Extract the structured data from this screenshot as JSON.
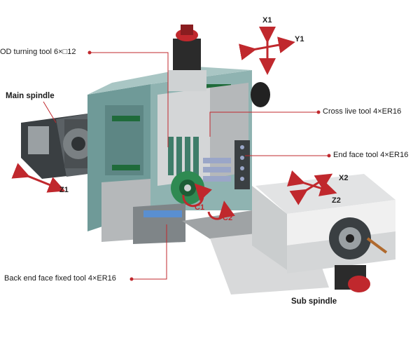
{
  "labels": {
    "od_tool": "OD turning tool 6×□12",
    "main_spindle": "Main spindle",
    "cross_live_tool": "Cross live tool 4×ER16",
    "end_face_tool": "End face tool 4×ER16",
    "back_end_tool": "Back end face fixed tool 4×ER16",
    "sub_spindle": "Sub spindle"
  },
  "axes": {
    "x1": "X1",
    "y1": "Y1",
    "z1": "Z1",
    "x2": "X2",
    "z2": "Z2",
    "c1": "C1",
    "c2": "C2"
  },
  "colors": {
    "accent_red": "#c0282d",
    "machine_teal": "#6f9a98",
    "machine_grey": "#c9cbcc",
    "dark": "#2b2b2b"
  }
}
